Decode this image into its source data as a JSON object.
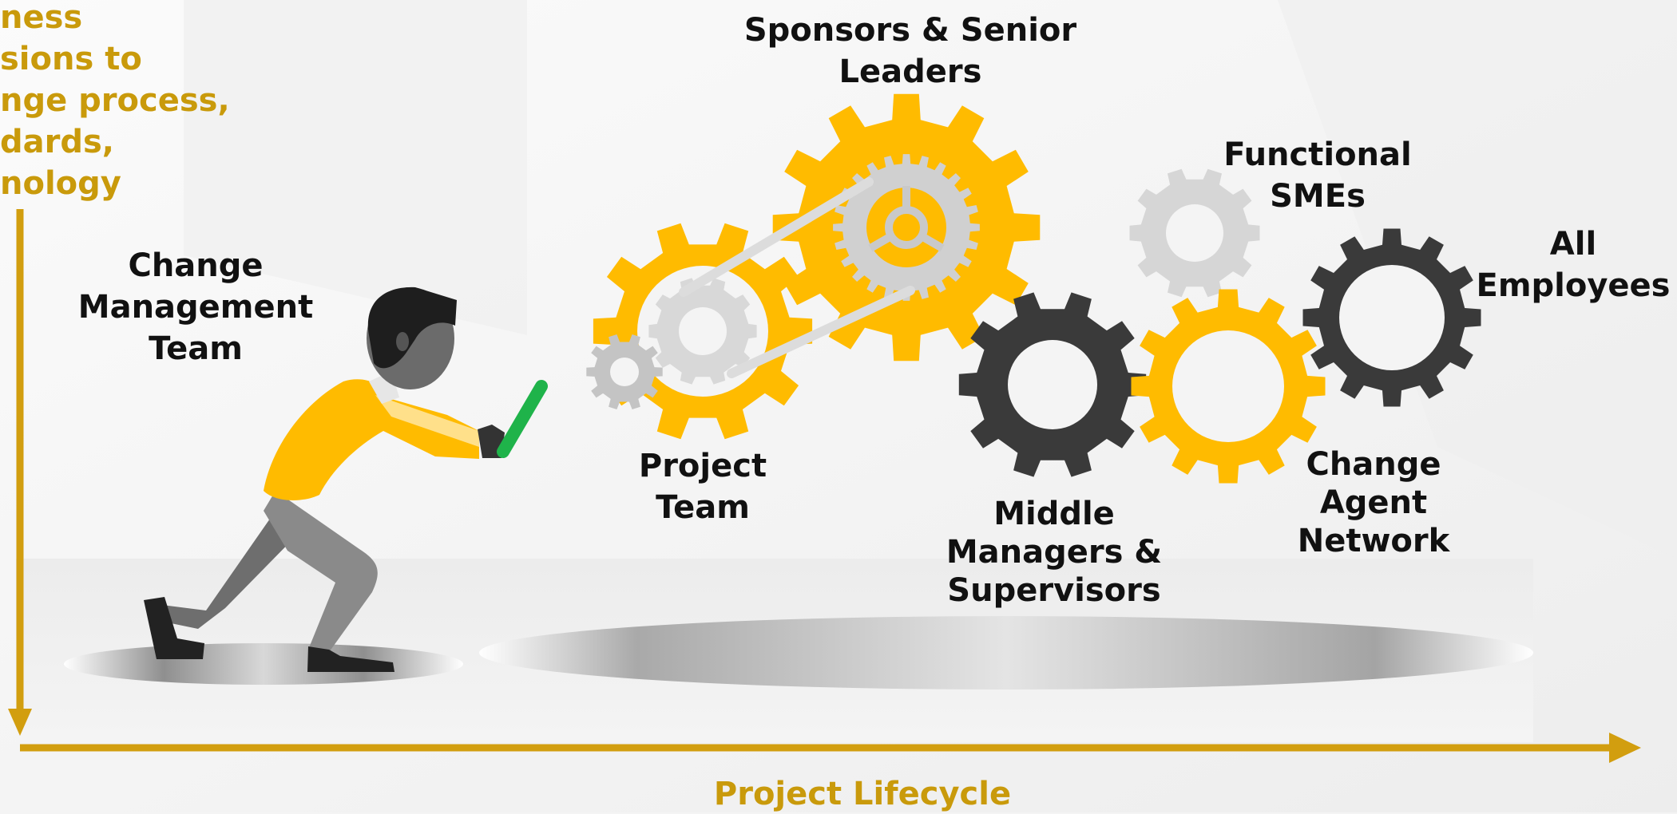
{
  "colors": {
    "gold": "#ffbb00",
    "axis_gold": "#d29e0f",
    "label_gold": "#c99a0b",
    "dark_gear": "#3a3a3a",
    "light_gear": "#d6d6d6",
    "text": "#111111",
    "baton": "#1fb34a"
  },
  "axis_y": {
    "lines": [
      "ness",
      "sions to",
      "nge process,",
      "dards,",
      "nology"
    ]
  },
  "axis_x": {
    "label": "Project Lifecycle"
  },
  "labels": {
    "change_mgmt": [
      "Change",
      "Management",
      "Team"
    ],
    "sponsors": [
      "Sponsors & Senior",
      "Leaders"
    ],
    "functional": [
      "Functional",
      "SMEs"
    ],
    "all_employees": [
      "All",
      "Employees"
    ],
    "project_team": [
      "Project",
      "Team"
    ],
    "middle_managers": [
      "Middle",
      "Managers &",
      "Supervisors"
    ],
    "change_agent": [
      "Change",
      "Agent",
      "Network"
    ]
  },
  "icons": {
    "person": "person-pushing-icon",
    "baton": "baton-icon",
    "gears": [
      "gear-icon"
    ]
  }
}
